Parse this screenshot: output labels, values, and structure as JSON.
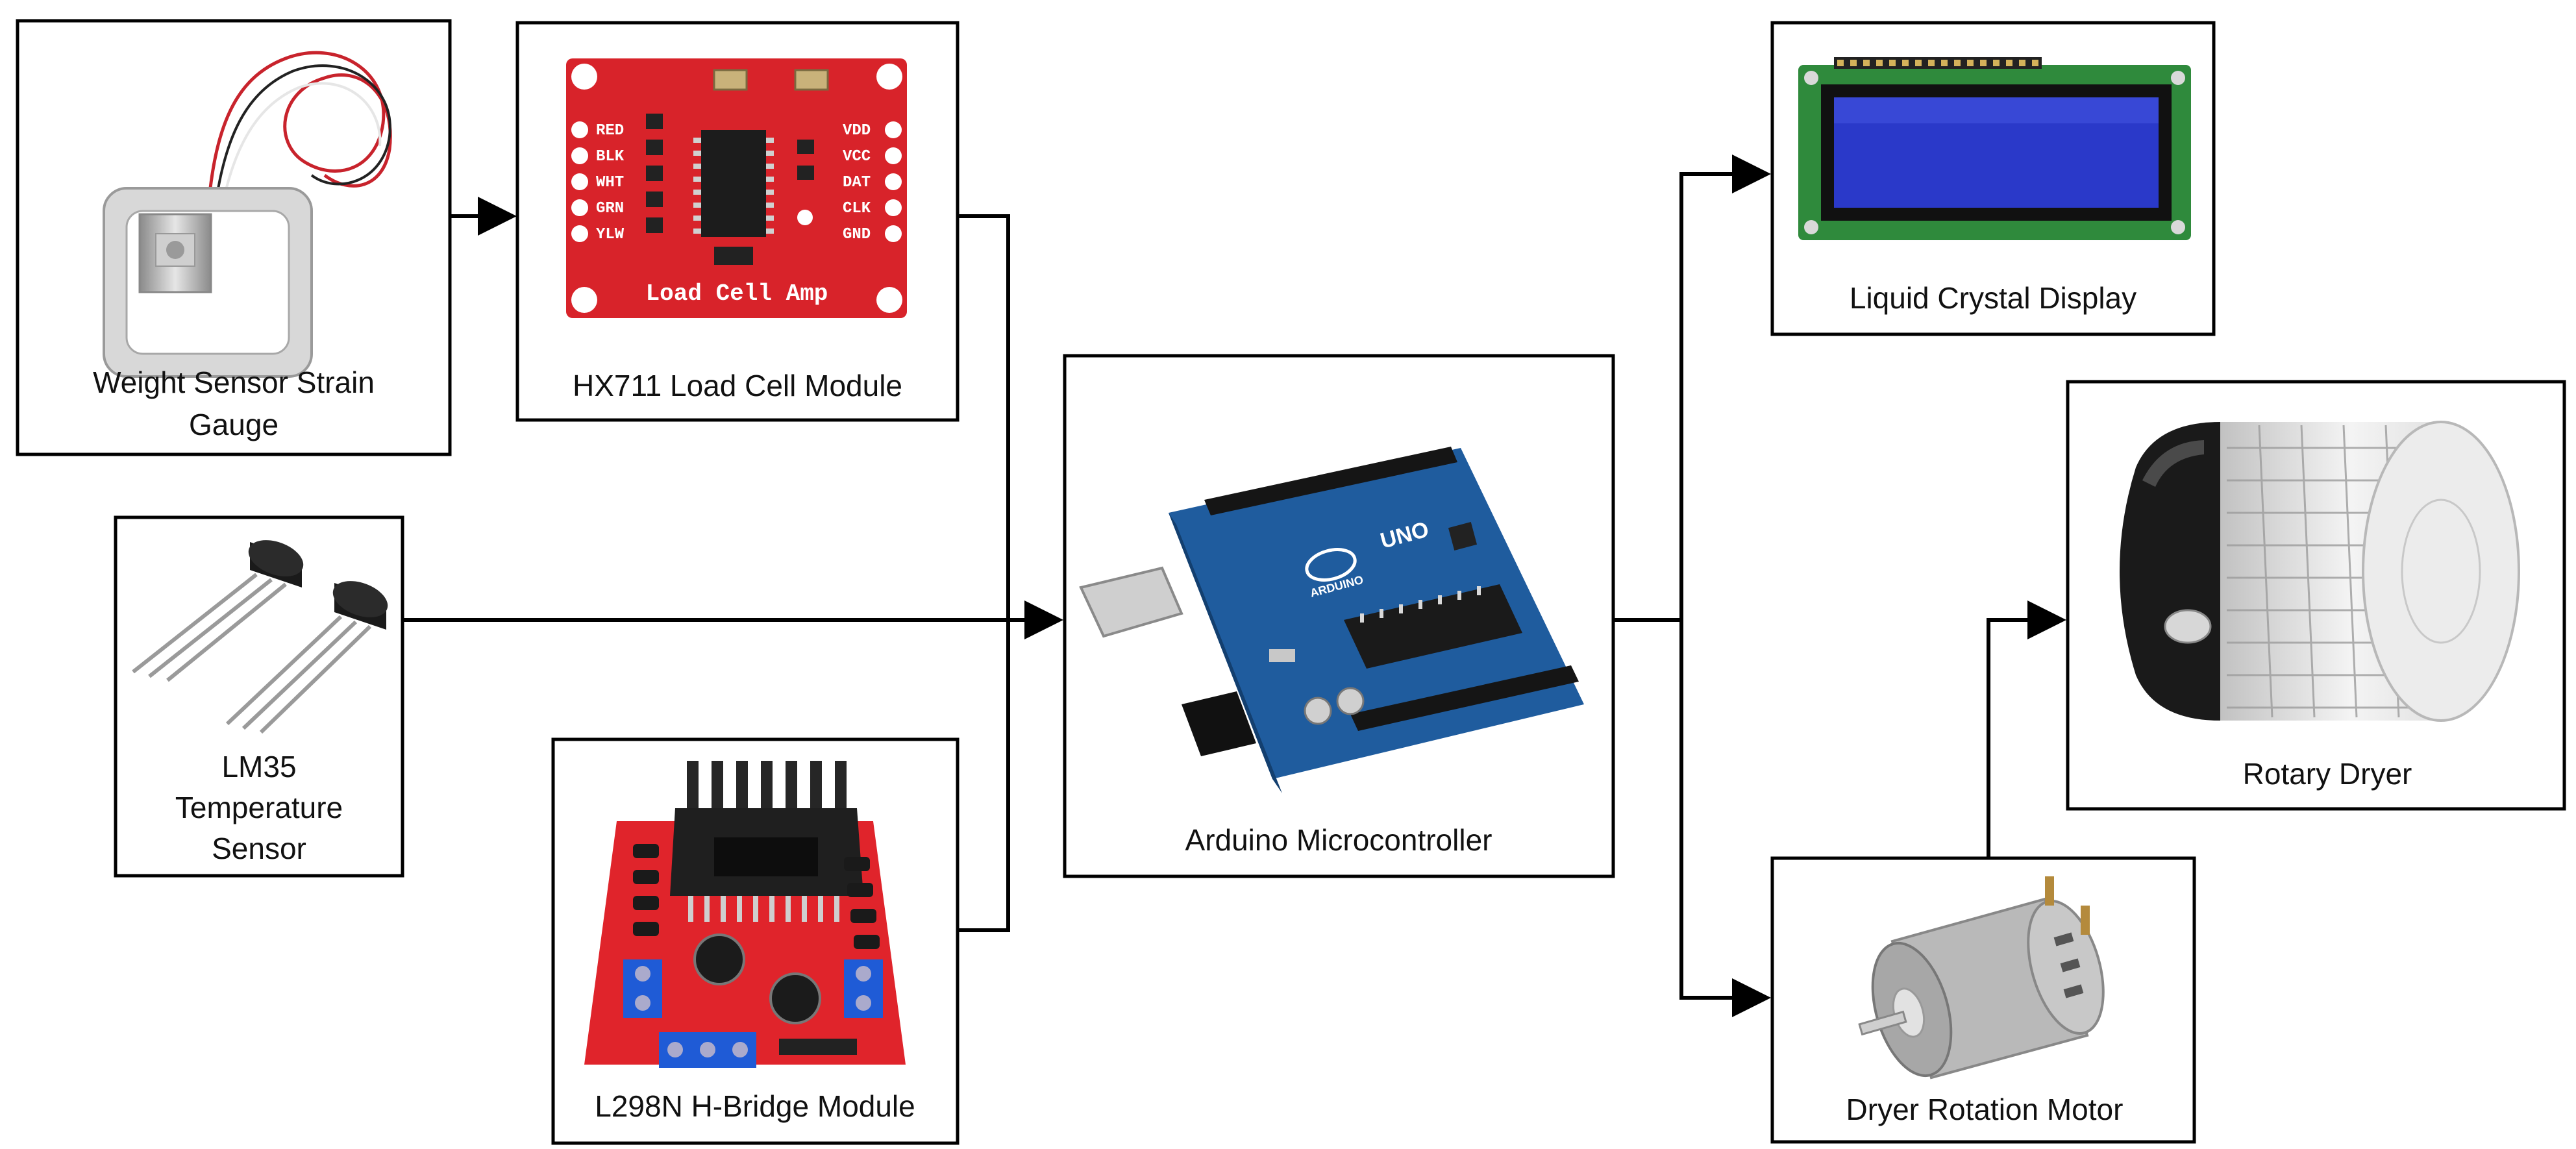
{
  "blocks": {
    "weight_sensor": {
      "label_line1": "Weight Sensor Strain",
      "label_line2": "Gauge"
    },
    "hx711": {
      "label": "HX711 Load Cell Module",
      "pins_left": [
        "RED",
        "BLK",
        "WHT",
        "GRN",
        "YLW"
      ],
      "pins_right": [
        "VDD",
        "VCC",
        "DAT",
        "CLK",
        "GND"
      ],
      "board_text": "Load Cell Amp"
    },
    "lm35": {
      "label_line1": "LM35",
      "label_line2": "Temperature",
      "label_line3": "Sensor"
    },
    "l298n": {
      "label": "L298N H-Bridge Module"
    },
    "arduino": {
      "label": "Arduino Microcontroller",
      "board_text": "UNO",
      "brand_text": "ARDUINO"
    },
    "lcd": {
      "label": "Liquid Crystal Display"
    },
    "rotary_dryer": {
      "label": "Rotary Dryer"
    },
    "motor": {
      "label": "Dryer Rotation Motor"
    }
  },
  "colors": {
    "border": "#000000",
    "sparkfun_red": "#d8232a",
    "arduino_blue": "#1f5c9e",
    "lcd_blue": "#2a39c9",
    "lcd_board": "#2f8a3c",
    "l298n_red": "#e0242b",
    "terminal_blue": "#1f5bd6"
  }
}
